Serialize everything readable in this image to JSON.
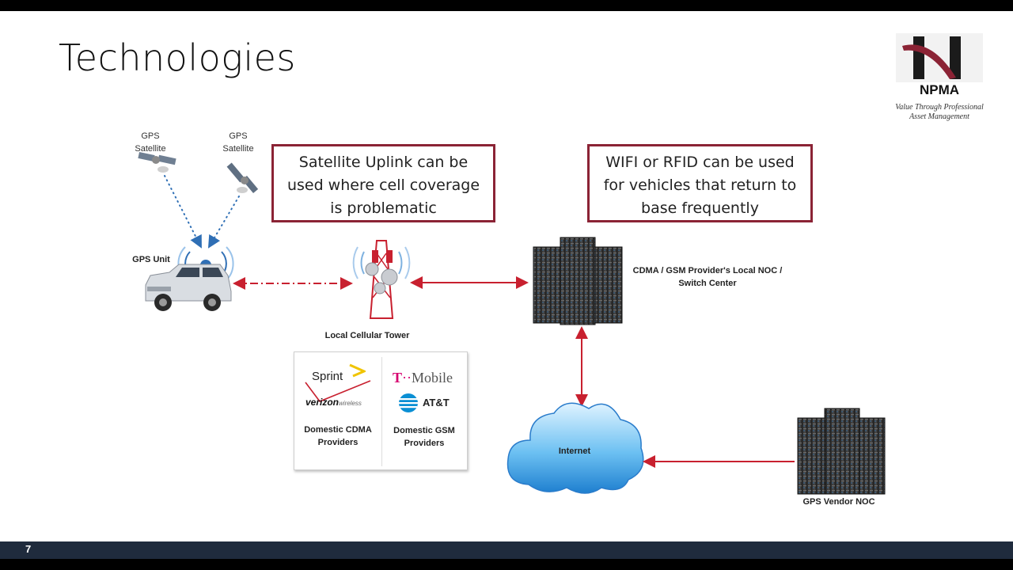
{
  "slide": {
    "title": "Technologies",
    "page_number": "7"
  },
  "logo": {
    "name": "NPMA",
    "tagline_line1": "Value Through Professional",
    "tagline_line2": "Asset Management"
  },
  "callouts": {
    "satellite": {
      "line1": "Satellite Uplink can be",
      "line2": "used where cell coverage",
      "line3": "is problematic"
    },
    "wifi": {
      "line1": "WIFI or RFID can be used",
      "line2": "for vehicles that return to",
      "line3": "base frequently"
    }
  },
  "diagram": {
    "satellites": [
      {
        "line1": "GPS",
        "line2": "Satellite"
      },
      {
        "line1": "GPS",
        "line2": "Satellite"
      }
    ],
    "gps_unit": "GPS Unit",
    "tower": "Local Cellular Tower",
    "noc": {
      "line1": "CDMA / GSM Provider's Local NOC /",
      "line2": "Switch Center"
    },
    "internet": "Internet",
    "vendor": "GPS Vendor NOC"
  },
  "providers": {
    "cdma": {
      "logo1": "Sprint",
      "logo2": "verizon",
      "logo2_suffix": "wireless",
      "caption_line1": "Domestic CDMA",
      "caption_line2": "Providers"
    },
    "gsm": {
      "logo1_prefix": "T",
      "logo1": "Mobile",
      "logo2": "AT&T",
      "caption_line1": "Domestic GSM",
      "caption_line2": "Providers"
    }
  },
  "colors": {
    "accent": "#8b2335",
    "arrow": "#c8202f",
    "dotted": "#2f6fb5",
    "footer": "#1f2b3d"
  }
}
